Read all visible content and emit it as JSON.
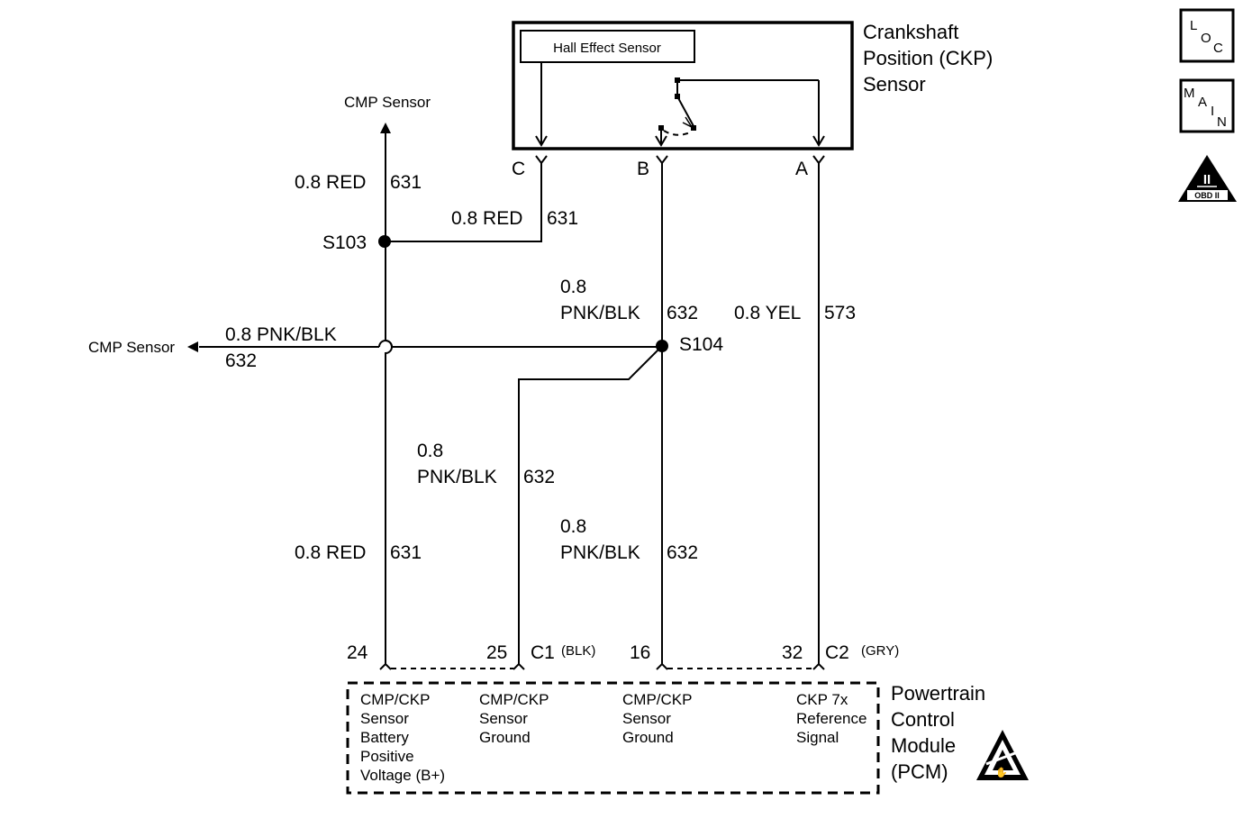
{
  "ckp_sensor": {
    "title_lines": [
      "Crankshaft",
      "Position (CKP)",
      "Sensor"
    ],
    "hall_label": "Hall Effect Sensor",
    "terminals": {
      "c": "C",
      "b": "B",
      "a": "A"
    }
  },
  "cmp_sensor_up": "CMP Sensor",
  "cmp_sensor_left": "CMP Sensor",
  "splices": {
    "s103": "S103",
    "s104": "S104"
  },
  "wires": {
    "red_upper_left": {
      "gauge_color": "0.8 RED",
      "circuit": "631"
    },
    "red_branch": {
      "gauge_color": "0.8 RED",
      "circuit": "631"
    },
    "red_lower": {
      "gauge_color": "0.8 RED",
      "circuit": "631"
    },
    "pnk_left": {
      "gauge_color": "0.8 PNK/BLK",
      "circuit": "632"
    },
    "pnk_b_upper": {
      "gauge": "0.8",
      "color": "PNK/BLK",
      "circuit": "632"
    },
    "pnk_ground_left": {
      "gauge": "0.8",
      "color": "PNK/BLK",
      "circuit": "632"
    },
    "pnk_b_lower": {
      "gauge": "0.8",
      "color": "PNK/BLK",
      "circuit": "632"
    },
    "yel": {
      "gauge_color": "0.8 YEL",
      "circuit": "573"
    }
  },
  "pcm": {
    "title_lines": [
      "Powertrain",
      "Control",
      "Module",
      "(PCM)"
    ],
    "pins": {
      "p24": "24",
      "p25": "25",
      "p16": "16",
      "p32": "32"
    },
    "connectors": {
      "c1": {
        "name": "C1",
        "color": "(BLK)"
      },
      "c2": {
        "name": "C2",
        "color": "(GRY)"
      }
    },
    "functions": {
      "f24": [
        "CMP/CKP",
        "Sensor",
        "Battery",
        "Positive",
        "Voltage (B+)"
      ],
      "f25": [
        "CMP/CKP",
        "Sensor",
        "Ground"
      ],
      "f16": [
        "CMP/CKP",
        "Sensor",
        "Ground"
      ],
      "f32": [
        "CKP 7x",
        "Reference",
        "Signal"
      ]
    }
  },
  "icons": {
    "loc": {
      "name": "loc-icon",
      "letters": [
        "L",
        "O",
        "C"
      ]
    },
    "main": {
      "name": "main-icon",
      "letters": [
        "M",
        "A",
        "I",
        "N"
      ]
    },
    "obd": {
      "name": "obd-ii-icon",
      "numeral": "II",
      "label": "OBD II"
    },
    "esd": {
      "name": "esd-warning-icon"
    }
  }
}
